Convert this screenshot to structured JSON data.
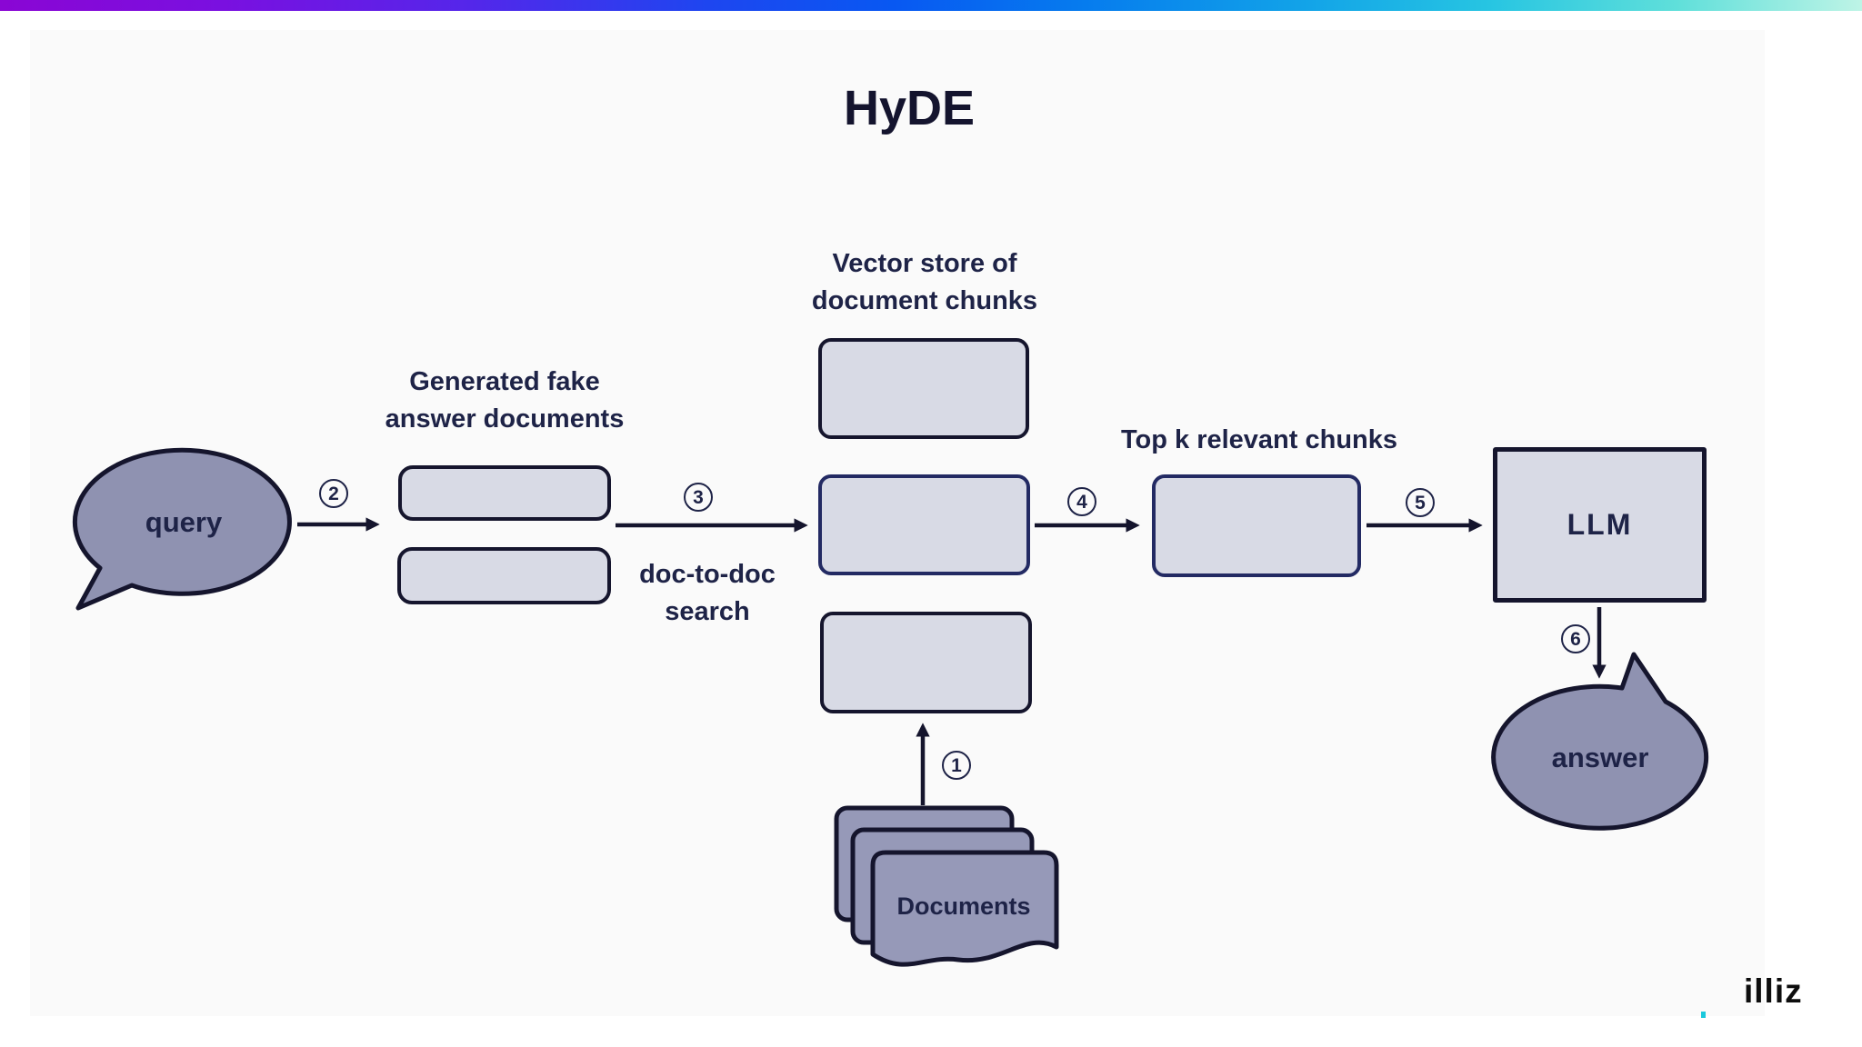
{
  "title": "HyDE",
  "watermark": "illiz",
  "steps": {
    "step1": "1",
    "step2": "2",
    "step3": "3",
    "step4": "4",
    "step5": "5",
    "step6": "6"
  },
  "nodes": {
    "query": "query",
    "llm": "LLM",
    "answer": "answer",
    "documents": "Documents"
  },
  "labels": {
    "generated_fake_line1": "Generated fake",
    "generated_fake_line2": "answer documents",
    "vector_store_line1": "Vector store of",
    "vector_store_line2": "document chunks",
    "doc_to_doc_line1": "doc-to-doc",
    "doc_to_doc_line2": "search",
    "top_k": "Top k relevant chunks"
  },
  "colors": {
    "header_gradient_start": "#8a06d4",
    "header_gradient_mid_blue": "#0858f2",
    "header_gradient_cyan": "#27c5e2",
    "header_gradient_end": "#bef4e6",
    "panel_background": "#fafafa",
    "bubble_fill": "#8f92b1",
    "document_fill": "#9699b8",
    "box_fill": "#d8dae5",
    "border_dark": "#15152d",
    "border_navy": "#232a63",
    "text_navy": "#1e2347",
    "watermark_accent": "#1ac8dc"
  }
}
